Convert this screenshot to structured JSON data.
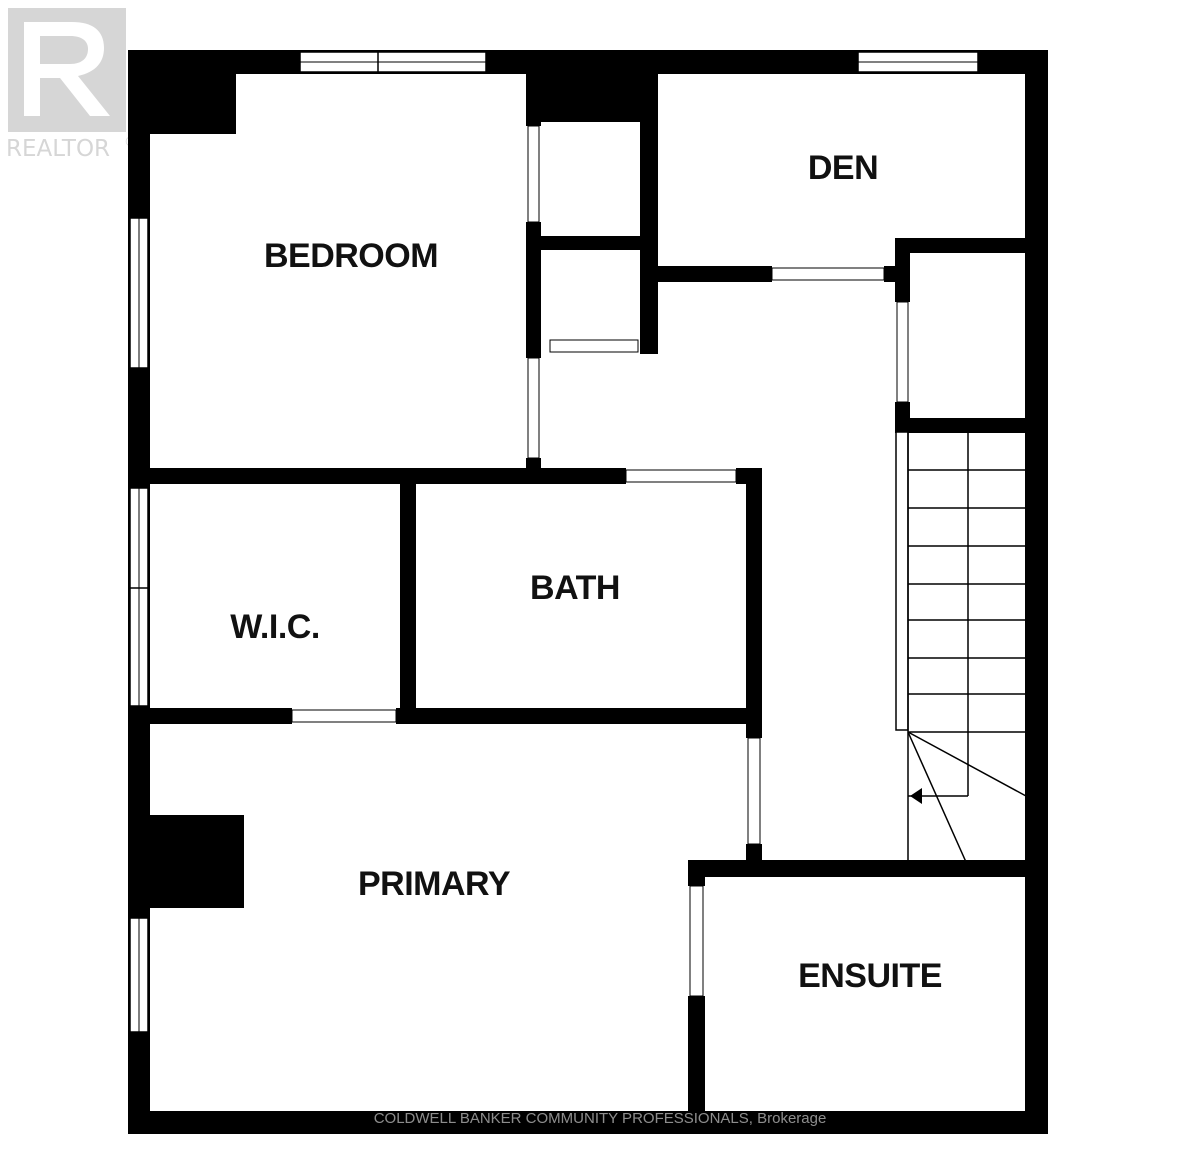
{
  "logo": {
    "text": "REALTOR",
    "mark": "®",
    "icon": "realtor-r-logo"
  },
  "rooms": {
    "bedroom": "BEDROOM",
    "den": "DEN",
    "wic": "W.I.C.",
    "bath": "BATH",
    "primary": "PRIMARY",
    "ensuite": "ENSUITE"
  },
  "watermark": "COLDWELL BANKER COMMUNITY PROFESSIONALS, Brokerage",
  "colors": {
    "wall": "#000000",
    "background": "#ffffff",
    "logo": "#d6d6d6"
  },
  "icons": [
    "stair-direction-arrow-icon",
    "realtor-r-logo"
  ]
}
